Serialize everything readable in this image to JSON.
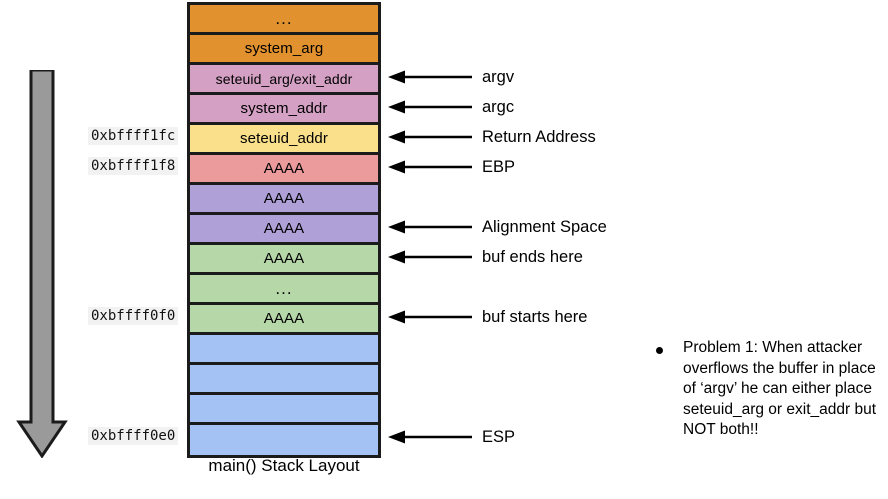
{
  "diagram": {
    "title": "main() Stack Layout",
    "caption": "main() Stack Layout",
    "growth_arrow_name": "stack-growth-direction-arrow"
  },
  "colors": {
    "orange": "#E2912F",
    "mauve": "#D4A0C4",
    "yellow": "#FBE08C",
    "salmon": "#EB9B9B",
    "purple": "#AFA0D8",
    "green": "#B6D7A8",
    "blue": "#A4C2F4",
    "outline": "#1B1B1B",
    "grey_arrow": "#9A9A9A",
    "background": "#FFFFFF"
  },
  "stack_rows": [
    {
      "label": "...",
      "color": "#E2912F",
      "dots": true
    },
    {
      "label": "system_arg",
      "color": "#E2912F",
      "dots": false
    },
    {
      "label": "seteuid_arg/exit_addr",
      "color": "#D4A0C4",
      "dots": false
    },
    {
      "label": "system_addr",
      "color": "#D4A0C4",
      "dots": false
    },
    {
      "label": "seteuid_addr",
      "color": "#FBE08C",
      "dots": false
    },
    {
      "label": "AAAA",
      "color": "#EB9B9B",
      "dots": false
    },
    {
      "label": "AAAA",
      "color": "#AFA0D8",
      "dots": false
    },
    {
      "label": "AAAA",
      "color": "#AFA0D8",
      "dots": false
    },
    {
      "label": "AAAA",
      "color": "#B6D7A8",
      "dots": false
    },
    {
      "label": "...",
      "color": "#B6D7A8",
      "dots": true
    },
    {
      "label": "AAAA",
      "color": "#B6D7A8",
      "dots": false
    },
    {
      "label": "",
      "color": "#A4C2F4",
      "dots": false
    },
    {
      "label": "",
      "color": "#A4C2F4",
      "dots": false
    },
    {
      "label": "",
      "color": "#A4C2F4",
      "dots": false
    },
    {
      "label": "",
      "color": "#A4C2F4",
      "dots": false
    }
  ],
  "addresses": [
    {
      "value": "0xbffff1fc",
      "row": 4
    },
    {
      "value": "0xbffff1f8",
      "row": 5
    },
    {
      "value": "0xbffff0f0",
      "row": 10
    },
    {
      "value": "0xbffff0e0",
      "row": 14
    }
  ],
  "pointers": [
    {
      "label": "argv",
      "row": 2
    },
    {
      "label": "argc",
      "row": 3
    },
    {
      "label": "Return Address",
      "row": 4
    },
    {
      "label": "EBP",
      "row": 5
    },
    {
      "label": "Alignment Space",
      "row": 7
    },
    {
      "label": "buf ends here",
      "row": 8
    },
    {
      "label": "buf starts here",
      "row": 10
    },
    {
      "label": "ESP",
      "row": 14
    }
  ],
  "note": {
    "bullet_text": "Problem 1: When attacker overflows the buffer in place of ‘argv’ he can either place seteuid_arg or exit_addr but NOT both!!"
  }
}
